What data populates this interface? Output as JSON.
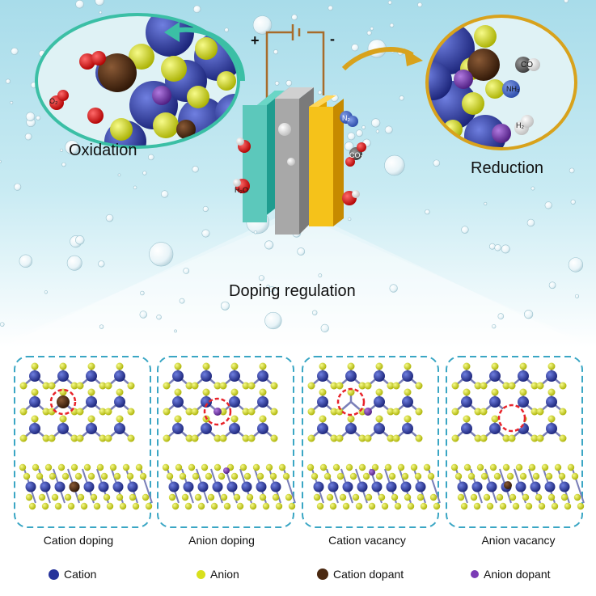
{
  "top": {
    "oxidation_label": "Oxidation",
    "reduction_label": "Reduction",
    "center_label": "Doping regulation",
    "plus_sign": "+",
    "minus_sign": "-",
    "molecules": {
      "o2": "O₂",
      "co2": "CO₂",
      "n2": "N₂",
      "h2o": "H₂O",
      "co": "CO",
      "nh3": "NH₃",
      "h2": "H₂"
    }
  },
  "panels": [
    {
      "caption": "Cation doping"
    },
    {
      "caption": "Anion doping"
    },
    {
      "caption": "Cation vacancy"
    },
    {
      "caption": "Anion vacancy"
    }
  ],
  "legend": [
    {
      "label": "Cation",
      "color": "#26339b"
    },
    {
      "label": "Anion",
      "color": "#d8e01c"
    },
    {
      "label": "Cation dopant",
      "color": "#4a2810"
    },
    {
      "label": "Anion dopant",
      "color": "#7b3bb5"
    }
  ],
  "colors": {
    "cation": "#26339b",
    "anion": "#d8e01c",
    "cation_dopant": "#4a2810",
    "anion_dopant": "#7b3bb5",
    "oxidation_ring": "#3bbfa5",
    "reduction_ring": "#d8a21c",
    "vacancy_circle": "#e8232a",
    "panel_border": "#3aa6c4"
  }
}
